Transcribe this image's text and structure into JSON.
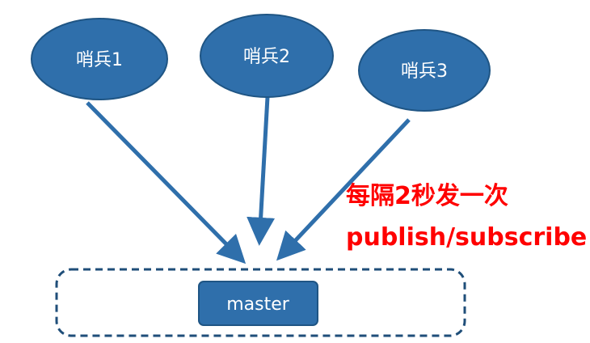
{
  "sentinels": [
    {
      "label": "哨兵1"
    },
    {
      "label": "哨兵2"
    },
    {
      "label": "哨兵3"
    }
  ],
  "master": {
    "label": "master"
  },
  "note": {
    "line1": "每隔2秒发一次",
    "line2": "publish/subscribe"
  },
  "colors": {
    "node_fill": "#2f6fab",
    "node_stroke": "#1f5584",
    "arrow": "#2f6fab",
    "container_border": "#1f4e79",
    "note_text": "#ff0000"
  }
}
